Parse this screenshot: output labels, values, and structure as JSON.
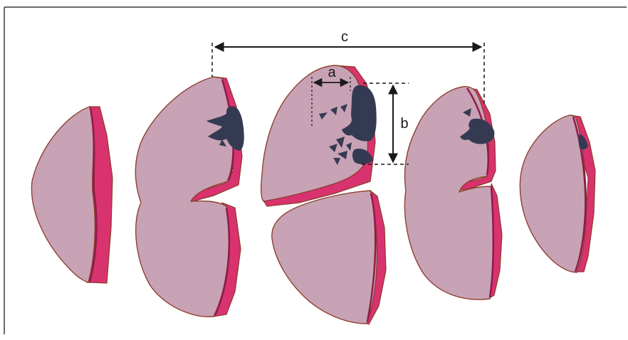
{
  "labels": {
    "a": "a",
    "b": "b",
    "c": "c"
  },
  "colors": {
    "frame": "#3a3a3a",
    "tissue": "#c9a0b4",
    "tissue_outline": "#8b3a2a",
    "cortex": "#d8336e",
    "cortex_dark": "#8e1c4a",
    "lesion": "#343a52",
    "measure": "#1a1a1a"
  },
  "icons": {
    "arrow": "double-headed-arrow"
  }
}
